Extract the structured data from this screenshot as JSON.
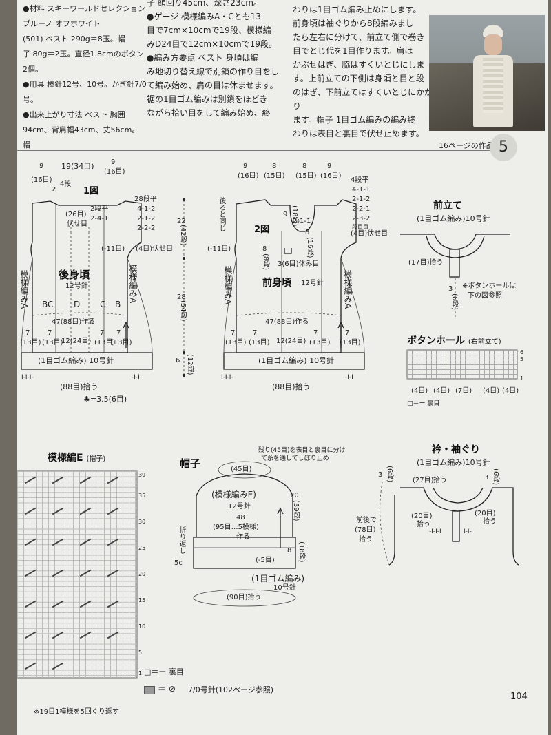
{
  "intro": {
    "col1": [
      "●材料 スキーワールドセレクション ブルーノ オフホワイト",
      "(501) ベスト 290g＝8玉。帽",
      "子 80g＝2玉。直径1.8cmのボタン2個。",
      "●用具 棒針12号、10号。かぎ針7/0号。",
      "●出来上がり寸法 ベスト 胸囲",
      "94cm、背肩幅43cm、丈56cm。帽"
    ],
    "col2": [
      "子 頭回り45cm、深さ23cm。",
      "●ゲージ 模様編みA・Cとも13",
      "目で7cm×10cmで19段、模様編",
      "みD24目で12cm×10cmで19段。",
      "●編み方要点 ベスト 身頃は編",
      "み地切り替え線で別鎖の作り目をし",
      "て編み始め、肩の目は休ませます。",
      "裾の1目ゴム編みは別鎖をほどき",
      "ながら拾い目をして編み始め、終"
    ],
    "col3": [
      "わりは1目ゴム編み止めにします。",
      "前身頃は袖ぐりから8段編みまし",
      "たら左右に分けて、前立て側で巻き",
      "目でとじ代を1目作ります。肩は",
      "かぶせはぎ、脇はすくいとじにしま",
      "す。上前立ての下側は身頃と目と段",
      "のはぎ、下前立てはすくいとじにかがり",
      "ます。帽子 1目ゴム編みの編み終",
      "わりは表目と裏目で伏せ止めます。"
    ]
  },
  "header": {
    "work_ref": "16ページの作品",
    "work_no": "5"
  },
  "back": {
    "title": "1図",
    "name": "後身頃",
    "needle": "12号針",
    "sh_l": "9",
    "sh_l2": "(16目)",
    "neck": "19(34目)",
    "sh_r": "9",
    "sh_r2": "(16目)",
    "neck_d": "2",
    "neck_d2": "4段",
    "center": "(26目)",
    "center2": "伏せ目",
    "dec1": "2段平",
    "dec2": "2-4-1",
    "arm1": "28段平",
    "arm2": "4-1-2",
    "arm3": "2-1-2",
    "arm4": "2-2-2",
    "arm5": "(4目)伏せ目",
    "side": "(-11目)",
    "patA": "模様編みA",
    "patA2": "模様編みA",
    "c1": "B",
    "c2": "C",
    "c3": "D",
    "c4": "C",
    "c5": "B",
    "cast": "47(88目)作る",
    "w1": "7",
    "w1b": "(13目)",
    "w2": "7",
    "w2b": "(13目)",
    "w3": "12(24目)",
    "w4": "7",
    "w4b": "(13目)",
    "w5": "7",
    "w5b": "(13目)",
    "rib": "(1目ゴム編み) 10号針",
    "rib_l": "I-I-I-",
    "rib_r": "-I-I",
    "pick": "(88目)拾う",
    "clover": "♣=3.5(6目)"
  },
  "vert": {
    "a": "22",
    "a2": "(42段)",
    "b": "28",
    "b2": "(54段)",
    "c": "6",
    "c2": "(12段)"
  },
  "front": {
    "title": "2図",
    "name": "前身頃",
    "needle": "12号針",
    "t1": "9",
    "t1b": "(16目)",
    "t2": "8",
    "t2b": "(15目)",
    "t3": "8",
    "t3b": "(15目)",
    "t4": "9",
    "t4b": "(16目)",
    "arm1": "4段平",
    "arm2": "4-1-1",
    "arm3": "2-1-2",
    "arm4": "2-2-1",
    "arm5": "2-3-2",
    "arm6": "段目目",
    "arm7": "(4目)伏せ目",
    "back_same": "後ろと同じ",
    "side": "(-11目)",
    "n1": "9",
    "n2": "(18段)",
    "n3": "2-1-1",
    "n4": "8",
    "n5": "(16段)",
    "n6": "3(6目)休み目",
    "n7": "8",
    "n8": "(8段)",
    "patA": "模様編みA",
    "patA2": "模様編みA",
    "cast": "47(88目)作る",
    "w1": "7",
    "w1b": "(13目)",
    "w2": "7",
    "w2b": "(13目)",
    "w3": "12(24目)",
    "w4": "7",
    "w4b": "(13目)",
    "w5": "7",
    "w5b": "(13目)",
    "rib": "(1目ゴム編み) 10号針",
    "rib_l": "I-I-I-",
    "rib_r": "-I-I",
    "pick": "(88目)拾う"
  },
  "placket": {
    "title": "前立て",
    "sub": "(1目ゴム編み)10号針",
    "pick": "(17目)拾う",
    "h": "3",
    "h2": "(6段)",
    "note1": "※ボタンホールは",
    "note2": "下の図参照"
  },
  "buttonhole": {
    "title": "ボタンホール",
    "sub": "(右前立て)",
    "r6": "6",
    "r5": "5",
    "r1": "1",
    "w1": "(4目)",
    "w2": "(4目)",
    "w3": "(7目)",
    "w4": "(4目)",
    "w5": "(4目)",
    "legend": "□＝ー 裏目"
  },
  "chartE": {
    "title": "模様編E",
    "sub": "(帽子)",
    "rows": [
      "39",
      "35",
      "30",
      "25",
      "20",
      "15",
      "10",
      "5",
      "1"
    ],
    "note": "※19目1模様を5回くり返す"
  },
  "hat": {
    "title": "帽子",
    "top1": "残り(45目)を表目と裏目に分け",
    "top2": "て糸を通してしぼり止め",
    "top_st": "(45目)",
    "pat": "(模様編みE)",
    "needle": "12号針",
    "w": "48",
    "w2": "(95目…5模様)",
    "w3": "作る",
    "dec": "(-5目)",
    "h1": "20",
    "h2": "(39段)",
    "h3": "8",
    "h4": "(18段)",
    "fold1": "折り返し",
    "fold2": "5c",
    "rib": "(1目ゴム編み)",
    "rib2": "10号針",
    "pick": "(90目)拾う"
  },
  "collar": {
    "title": "衿・袖ぐり",
    "sub": "(1目ゴム編み)10号針",
    "l": "3",
    "l2": "(6段)",
    "r": "3",
    "r2": "(6段)",
    "back": "(27目)",
    "back2": "拾う",
    "fl": "(20目)",
    "fl2": "拾う",
    "fr": "(20目)",
    "fr2": "拾う",
    "arm1": "前後で",
    "arm2": "(78目)",
    "arm3": "拾う",
    "rib_l": "-I-I-I",
    "rib_r": "I-I-"
  },
  "legend": {
    "purl": "□＝ー 裏目",
    "hook": "7/0号針(102ページ参照)"
  },
  "page_no": "104"
}
